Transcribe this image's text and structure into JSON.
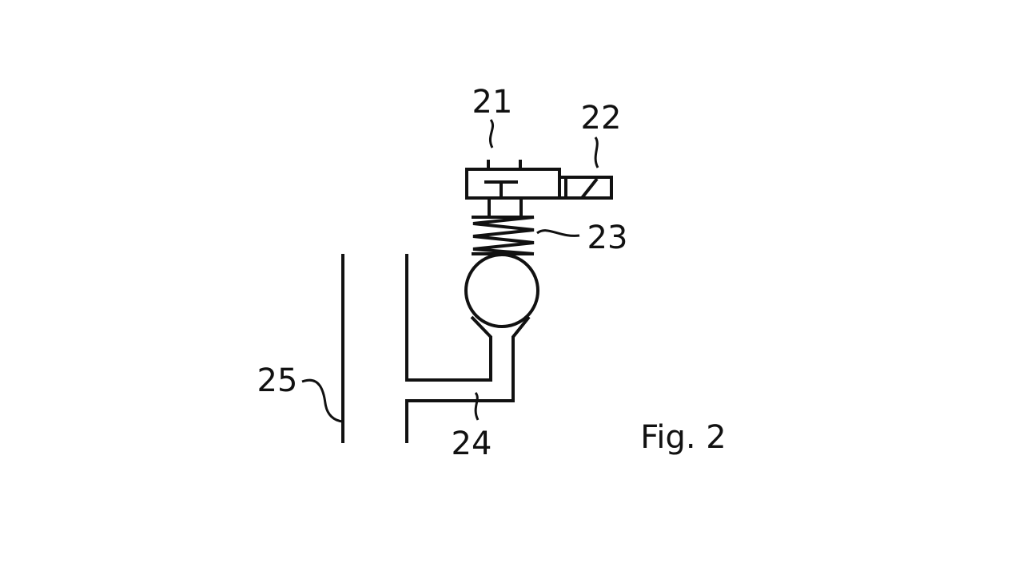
{
  "figure": {
    "caption": "Fig. 2",
    "labels": {
      "valve": "21",
      "actuator": "22",
      "spring": "23",
      "pipe": "24",
      "wall": "25"
    }
  }
}
